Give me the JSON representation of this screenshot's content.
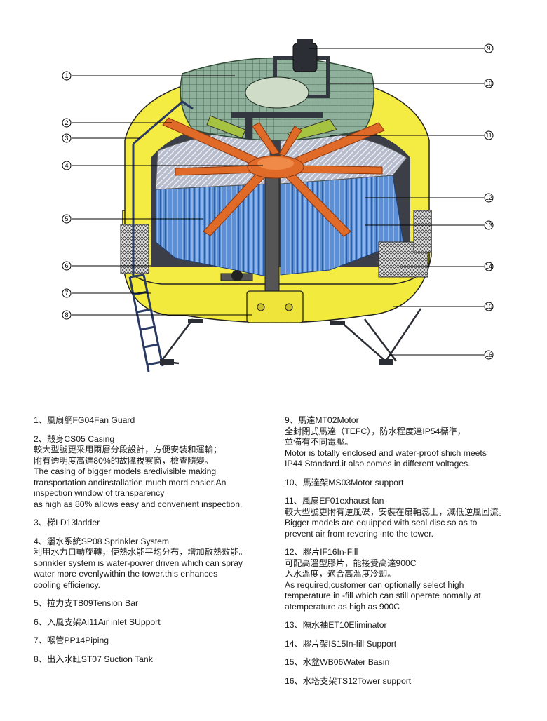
{
  "callouts": [
    "1",
    "2",
    "3",
    "4",
    "5",
    "6",
    "7",
    "8",
    "9",
    "10",
    "11",
    "12",
    "13",
    "14",
    "15",
    "16"
  ],
  "legend": {
    "left": [
      {
        "title": "1、風扇網FG04Fan Guard",
        "lines": []
      },
      {
        "title": "2、殼身CS05 Casing",
        "lines": [
          "較大型號更采用兩層分段設計，方便安裝和運輸；",
          "附有透明度高達80%的故障視察窗，檢查隨變。",
          "The casing of bigger models aredivisible making",
          "transportation andinstallation much mord easier.An",
          "inspection window of transparency",
          "as high as 80% allows easy and convenient inspection."
        ]
      },
      {
        "title": "3、梯LD13ladder",
        "lines": []
      },
      {
        "title": "4、灑水系統SP08 Sprinkler System",
        "lines": [
          "利用水力自動旋轉，使熱水能平均分布，增加散熱效能。",
          "sprinkler system is water-power driven which can spray",
          "water more evenlywithin the tower.this enhances",
          "cooling efficiency."
        ]
      },
      {
        "title": "5、拉力支TB09Tension Bar",
        "lines": []
      },
      {
        "title": "6、入風支架AI11Air inlet SUpport",
        "lines": []
      },
      {
        "title": "7、喉管PP14Piping",
        "lines": []
      },
      {
        "title": "8、出入水缸ST07 Suction Tank",
        "lines": []
      }
    ],
    "right": [
      {
        "title": "9、馬達MT02Motor",
        "lines": [
          "全封閉式馬達（TEFC），防水程度達IP54標準，",
          "並備有不同電壓。",
          "Motor is totally enclosed and water-proof shich meets",
          " IP44 Standard.it also comes in different voltages."
        ]
      },
      {
        "title": "10、馬達架MS03Motor support",
        "lines": []
      },
      {
        "title": "11、風扇EF01exhaust fan",
        "lines": [
          "較大型號更附有逆風碟，安裝在扇軸蕊上，減低逆風回流。",
          "Bigger models are equipped with seal disc so as to",
          "prevent air from revering into the tower."
        ]
      },
      {
        "title": "12、膠片IF16In-Fill",
        "lines": [
          "可配高溫型膠片，能接受高達900C",
          "入水溫度，適合高溫度冷却。",
          "As required,customer can optionally select high",
          "temperature in -fill which can still operate nomally at",
          "atemperature as high as 900C"
        ]
      },
      {
        "title": "13、隔水袖ET10Eliminator",
        "lines": []
      },
      {
        "title": "14、膠片架IS15In-fill Support",
        "lines": []
      },
      {
        "title": "15、水盆WB06Water Basin",
        "lines": []
      },
      {
        "title": "16、水塔支架TS12Tower support",
        "lines": []
      }
    ]
  }
}
